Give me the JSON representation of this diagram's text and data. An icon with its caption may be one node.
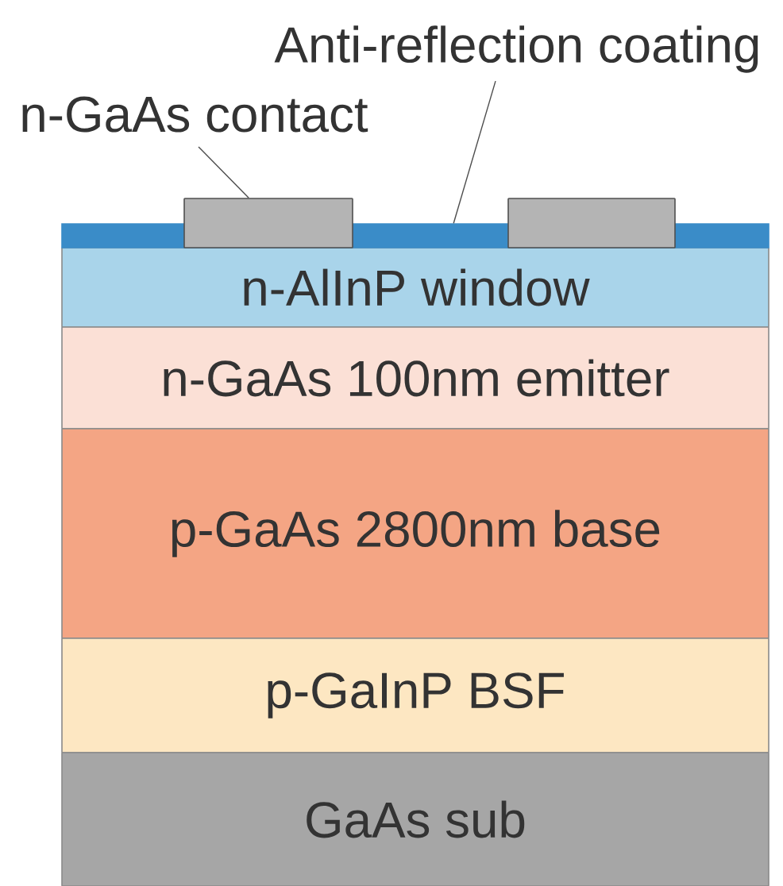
{
  "diagram": {
    "nodes": [
      {
        "text": [
          "n-GaAs contact"
        ]
      },
      {
        "text": [
          "Anti-reflection coating"
        ]
      },
      {
        "text": [],
        "shape": "bar"
      },
      {
        "text": [],
        "shape": "box"
      },
      {
        "text": [],
        "shape": "box"
      },
      {
        "text": [
          "n-AlInP window"
        ]
      },
      {
        "text": [
          "n-GaAs 100nm emitter"
        ]
      },
      {
        "text": [
          "p-GaAs 2800nm base"
        ]
      },
      {
        "text": [
          "p-GaInP BSF"
        ]
      },
      {
        "text": [
          "GaAs sub"
        ]
      }
    ],
    "edges": [
      {
        "from": 0,
        "to": 3,
        "arrow": "none"
      },
      {
        "from": 1,
        "to": 2,
        "arrow": "none"
      }
    ]
  }
}
